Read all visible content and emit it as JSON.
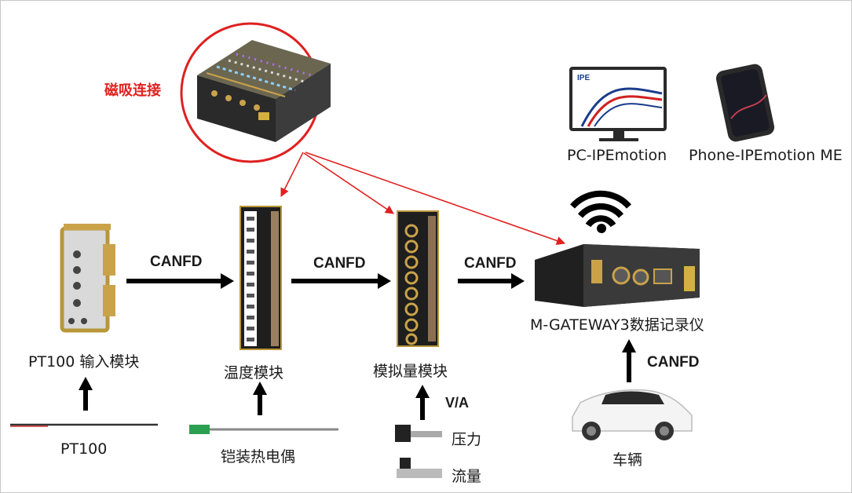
{
  "magnetic_label": "磁吸连接",
  "links": {
    "canfd_1": "CANFD",
    "canfd_2": "CANFD",
    "canfd_3": "CANFD",
    "canfd_4": "CANFD",
    "va": "V/A"
  },
  "modules": {
    "pt100_module": "PT100 输入模块",
    "temp_module": "温度模块",
    "analog_module": "模拟量模块",
    "gateway": "M-GATEWAY3数据记录仪"
  },
  "sensors": {
    "pt100": "PT100",
    "thermocouple": "铠装热电偶",
    "pressure": "压力",
    "flow": "流量",
    "vehicle": "车辆"
  },
  "displays": {
    "pc": "PC-IPEmotion",
    "phone": "Phone-IPEmotion ME",
    "pc_logo": "IPE"
  },
  "colors": {
    "arrow": "#000000",
    "red": "#e02020",
    "gold": "#c9a24a"
  }
}
